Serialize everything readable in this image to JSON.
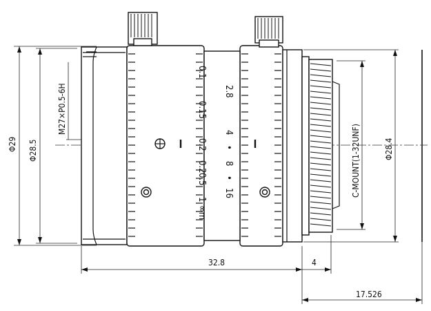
{
  "dimensions": {
    "phi29": "Φ29",
    "phi28_5": "Φ28.5",
    "thread_front": "M27×P0.5-6H",
    "length_32_8": "32.8",
    "length_4": "4",
    "length_17_526": "17.526",
    "mount": "C-MOUNT(1-32UNF)",
    "phi28_4": "Φ28.4"
  },
  "focus_scale": [
    "0.1",
    "0.15",
    "0.2",
    "0.2",
    "0.5",
    "1",
    "∞m"
  ],
  "aperture_scale": [
    "2.8",
    "4",
    "8",
    "16"
  ],
  "aperture_dots": [
    "•",
    "•"
  ]
}
